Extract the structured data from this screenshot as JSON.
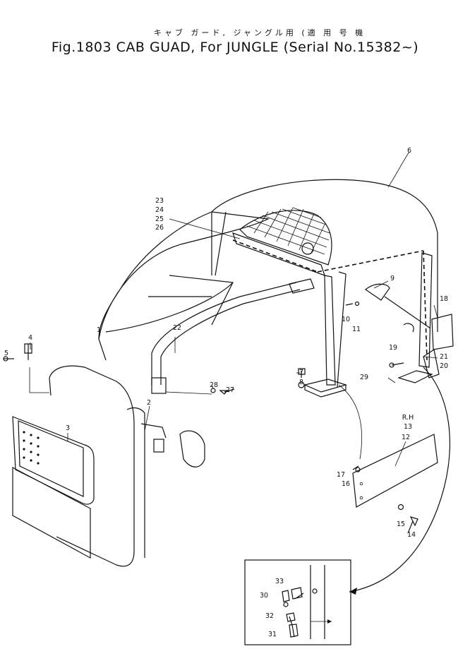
{
  "title": {
    "japanese": "キャブ ガード, ジャングル用 (適 用 号 機",
    "english": "Fig.1803 CAB GUAD, For JUNGLE (Serial No.15382~)"
  },
  "part_labels": [
    "1",
    "2",
    "3",
    "4",
    "5",
    "6",
    "7",
    "8",
    "9",
    "10",
    "11",
    "12",
    "13",
    "14",
    "15",
    "16",
    "17",
    "18",
    "19",
    "20",
    "21",
    "22",
    "23",
    "24",
    "25",
    "26",
    "27",
    "28",
    "29",
    "30",
    "31",
    "32",
    "33"
  ],
  "side_label": "R.H"
}
